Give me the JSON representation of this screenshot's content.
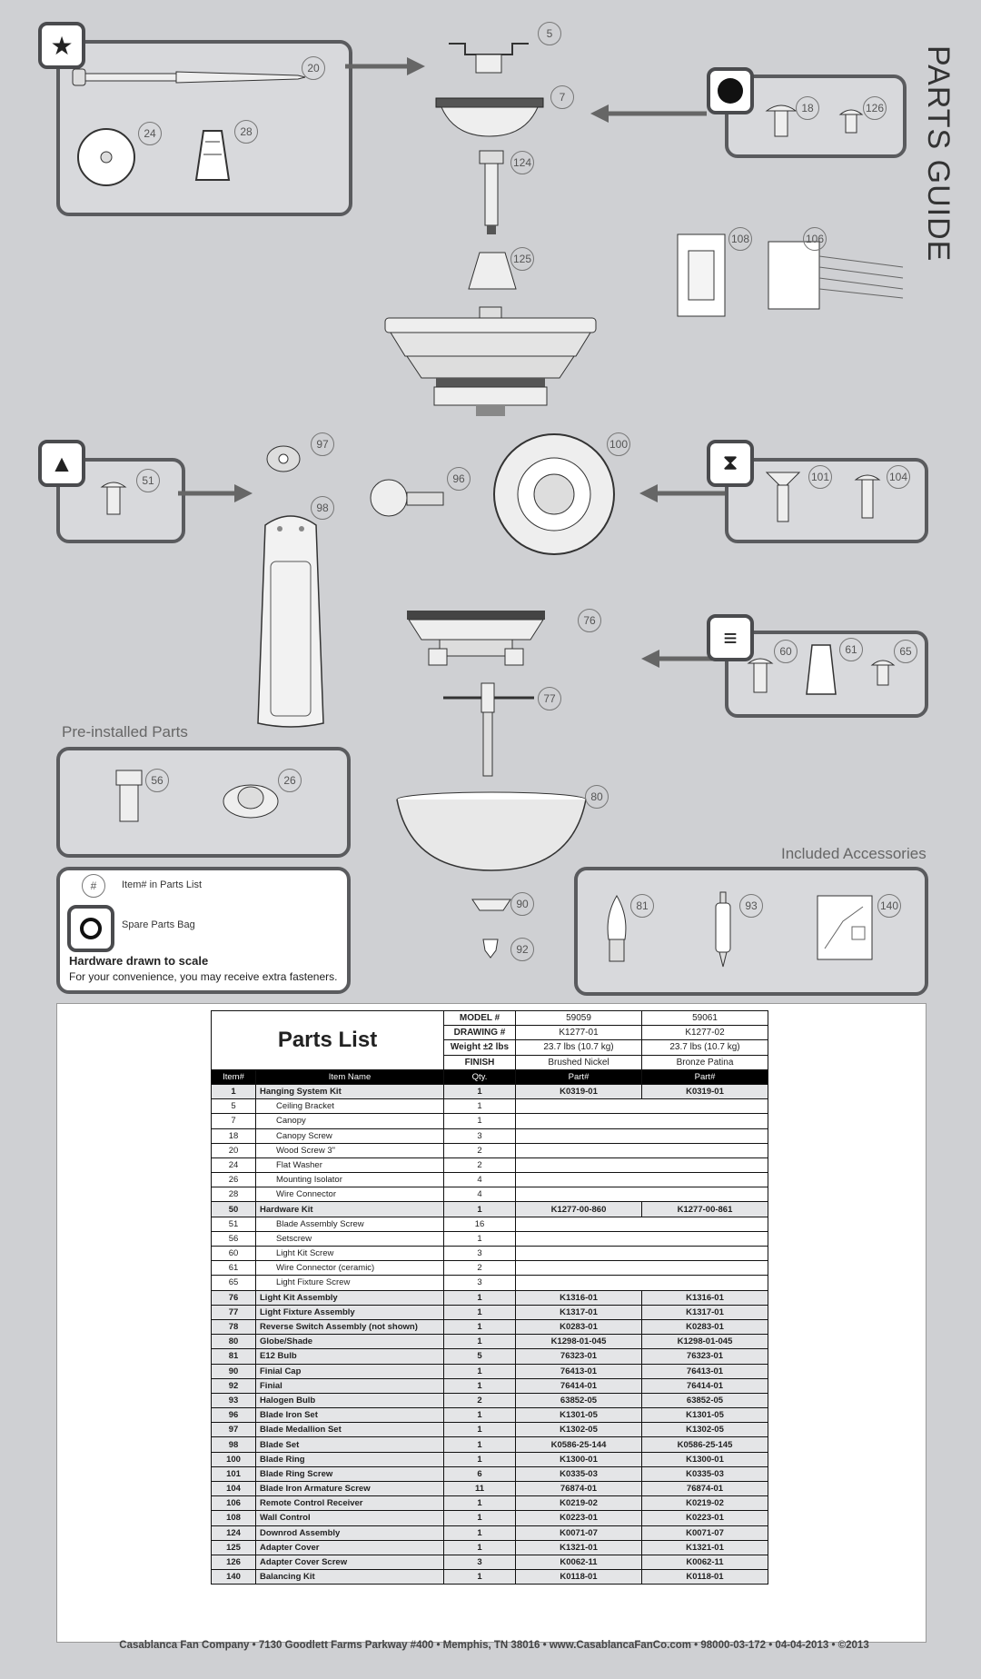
{
  "title": "PARTS GUIDE",
  "pre_installed_label": "Pre-installed Parts",
  "included_accessories_label": "Included Accessories",
  "legend": {
    "item_label": "Item# in Parts List",
    "bag_label": "Spare Parts Bag",
    "scale_title": "Hardware drawn to scale",
    "scale_note": "For your convenience, you may receive extra fasteners."
  },
  "callouts": [
    "5",
    "7",
    "124",
    "125",
    "100",
    "96",
    "97",
    "98",
    "76",
    "77",
    "80",
    "90",
    "92",
    "20",
    "24",
    "28",
    "18",
    "126",
    "108",
    "106",
    "51",
    "101",
    "104",
    "60",
    "61",
    "65",
    "56",
    "26",
    "81",
    "93",
    "140",
    "#"
  ],
  "parts_list": {
    "title": "Parts List",
    "model_label": "MODEL #",
    "drawing_label": "DRAWING #",
    "weight_label": "Weight ±2 lbs",
    "finish_label": "FINISH",
    "models": [
      {
        "model": "59059",
        "drawing": "K1277-01",
        "weight": "23.7 lbs (10.7 kg)",
        "finish": "Brushed Nickel"
      },
      {
        "model": "59061",
        "drawing": "K1277-02",
        "weight": "23.7 lbs (10.7 kg)",
        "finish": "Bronze Patina"
      }
    ],
    "columns": [
      "Item#",
      "Item Name",
      "Qty.",
      "Part#",
      "Part#"
    ],
    "rows": [
      {
        "item": "1",
        "name": "Hanging System Kit",
        "qty": "1",
        "p1": "K0319-01",
        "p2": "K0319-01",
        "kit": true
      },
      {
        "item": "5",
        "name": "Ceiling Bracket",
        "qty": "1",
        "p1": "",
        "p2": "",
        "sub": true
      },
      {
        "item": "7",
        "name": "Canopy",
        "qty": "1",
        "p1": "",
        "p2": "",
        "sub": true
      },
      {
        "item": "18",
        "name": "Canopy Screw",
        "qty": "3",
        "p1": "",
        "p2": "",
        "sub": true
      },
      {
        "item": "20",
        "name": "Wood Screw 3\"",
        "qty": "2",
        "p1": "",
        "p2": "",
        "sub": true
      },
      {
        "item": "24",
        "name": "Flat Washer",
        "qty": "2",
        "p1": "",
        "p2": "",
        "sub": true
      },
      {
        "item": "26",
        "name": "Mounting Isolator",
        "qty": "4",
        "p1": "",
        "p2": "",
        "sub": true
      },
      {
        "item": "28",
        "name": "Wire Connector",
        "qty": "4",
        "p1": "",
        "p2": "",
        "sub": true
      },
      {
        "item": "50",
        "name": "Hardware Kit",
        "qty": "1",
        "p1": "K1277-00-860",
        "p2": "K1277-00-861",
        "kit": true
      },
      {
        "item": "51",
        "name": "Blade Assembly Screw",
        "qty": "16",
        "p1": "",
        "p2": "",
        "sub": true
      },
      {
        "item": "56",
        "name": "Setscrew",
        "qty": "1",
        "p1": "",
        "p2": "",
        "sub": true
      },
      {
        "item": "60",
        "name": "Light Kit Screw",
        "qty": "3",
        "p1": "",
        "p2": "",
        "sub": true
      },
      {
        "item": "61",
        "name": "Wire Connector (ceramic)",
        "qty": "2",
        "p1": "",
        "p2": "",
        "sub": true
      },
      {
        "item": "65",
        "name": "Light Fixture Screw",
        "qty": "3",
        "p1": "",
        "p2": "",
        "sub": true
      },
      {
        "item": "76",
        "name": "Light Kit Assembly",
        "qty": "1",
        "p1": "K1316-01",
        "p2": "K1316-01"
      },
      {
        "item": "77",
        "name": "Light Fixture Assembly",
        "qty": "1",
        "p1": "K1317-01",
        "p2": "K1317-01"
      },
      {
        "item": "78",
        "name": "Reverse Switch Assembly (not shown)",
        "qty": "1",
        "p1": "K0283-01",
        "p2": "K0283-01"
      },
      {
        "item": "80",
        "name": "Globe/Shade",
        "qty": "1",
        "p1": "K1298-01-045",
        "p2": "K1298-01-045"
      },
      {
        "item": "81",
        "name": "E12 Bulb",
        "qty": "5",
        "p1": "76323-01",
        "p2": "76323-01"
      },
      {
        "item": "90",
        "name": "Finial Cap",
        "qty": "1",
        "p1": "76413-01",
        "p2": "76413-01"
      },
      {
        "item": "92",
        "name": "Finial",
        "qty": "1",
        "p1": "76414-01",
        "p2": "76414-01"
      },
      {
        "item": "93",
        "name": "Halogen Bulb",
        "qty": "2",
        "p1": "63852-05",
        "p2": "63852-05"
      },
      {
        "item": "96",
        "name": "Blade Iron Set",
        "qty": "1",
        "p1": "K1301-05",
        "p2": "K1301-05"
      },
      {
        "item": "97",
        "name": "Blade Medallion Set",
        "qty": "1",
        "p1": "K1302-05",
        "p2": "K1302-05"
      },
      {
        "item": "98",
        "name": "Blade Set",
        "qty": "1",
        "p1": "K0586-25-144",
        "p2": "K0586-25-145"
      },
      {
        "item": "100",
        "name": "Blade Ring",
        "qty": "1",
        "p1": "K1300-01",
        "p2": "K1300-01"
      },
      {
        "item": "101",
        "name": "Blade Ring Screw",
        "qty": "6",
        "p1": "K0335-03",
        "p2": "K0335-03"
      },
      {
        "item": "104",
        "name": "Blade Iron Armature Screw",
        "qty": "11",
        "p1": "76874-01",
        "p2": "76874-01"
      },
      {
        "item": "106",
        "name": "Remote Control Receiver",
        "qty": "1",
        "p1": "K0219-02",
        "p2": "K0219-02"
      },
      {
        "item": "108",
        "name": "Wall Control",
        "qty": "1",
        "p1": "K0223-01",
        "p2": "K0223-01"
      },
      {
        "item": "124",
        "name": "Downrod Assembly",
        "qty": "1",
        "p1": "K0071-07",
        "p2": "K0071-07"
      },
      {
        "item": "125",
        "name": "Adapter Cover",
        "qty": "1",
        "p1": "K1321-01",
        "p2": "K1321-01"
      },
      {
        "item": "126",
        "name": "Adapter Cover Screw",
        "qty": "3",
        "p1": "K0062-11",
        "p2": "K0062-11"
      },
      {
        "item": "140",
        "name": "Balancing Kit",
        "qty": "1",
        "p1": "K0118-01",
        "p2": "K0118-01"
      }
    ]
  },
  "footer": "Casablanca Fan Company  •  7130 Goodlett Farms Parkway #400  •  Memphis, TN 38016  •  www.CasablancaFanCo.com  •  98000-03-172  •  04-04-2013  •  ©2013"
}
